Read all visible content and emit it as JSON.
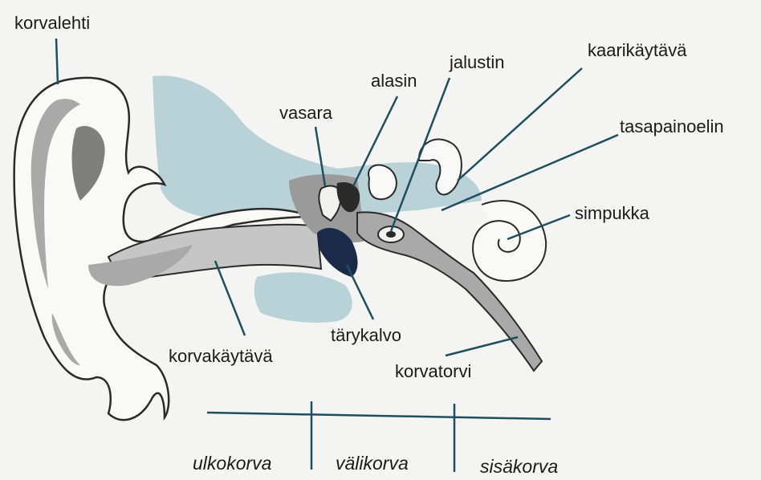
{
  "labels": {
    "korvalehti": "korvalehti",
    "vasara": "vasara",
    "alasin": "alasin",
    "jalustin": "jalustin",
    "kaarikaytava": "kaarikäytävä",
    "tasapainoelin": "tasapainoelin",
    "simpukka": "simpukka",
    "tarykalvo": "tärykalvo",
    "korvakaytava": "korvakäytävä",
    "korvatorvi": "korvatorvi"
  },
  "sections": {
    "ulkokorva": "ulkokorva",
    "valikorva": "välikorva",
    "sisakorva": "sisäkorva"
  },
  "colors": {
    "leader_line": "#1f4e5f",
    "bone_blue": "#b9d2d8",
    "cartilage_gray": "#a9a9a9",
    "eardrum": "#1c2a4a",
    "outline": "#2a2a2a"
  }
}
